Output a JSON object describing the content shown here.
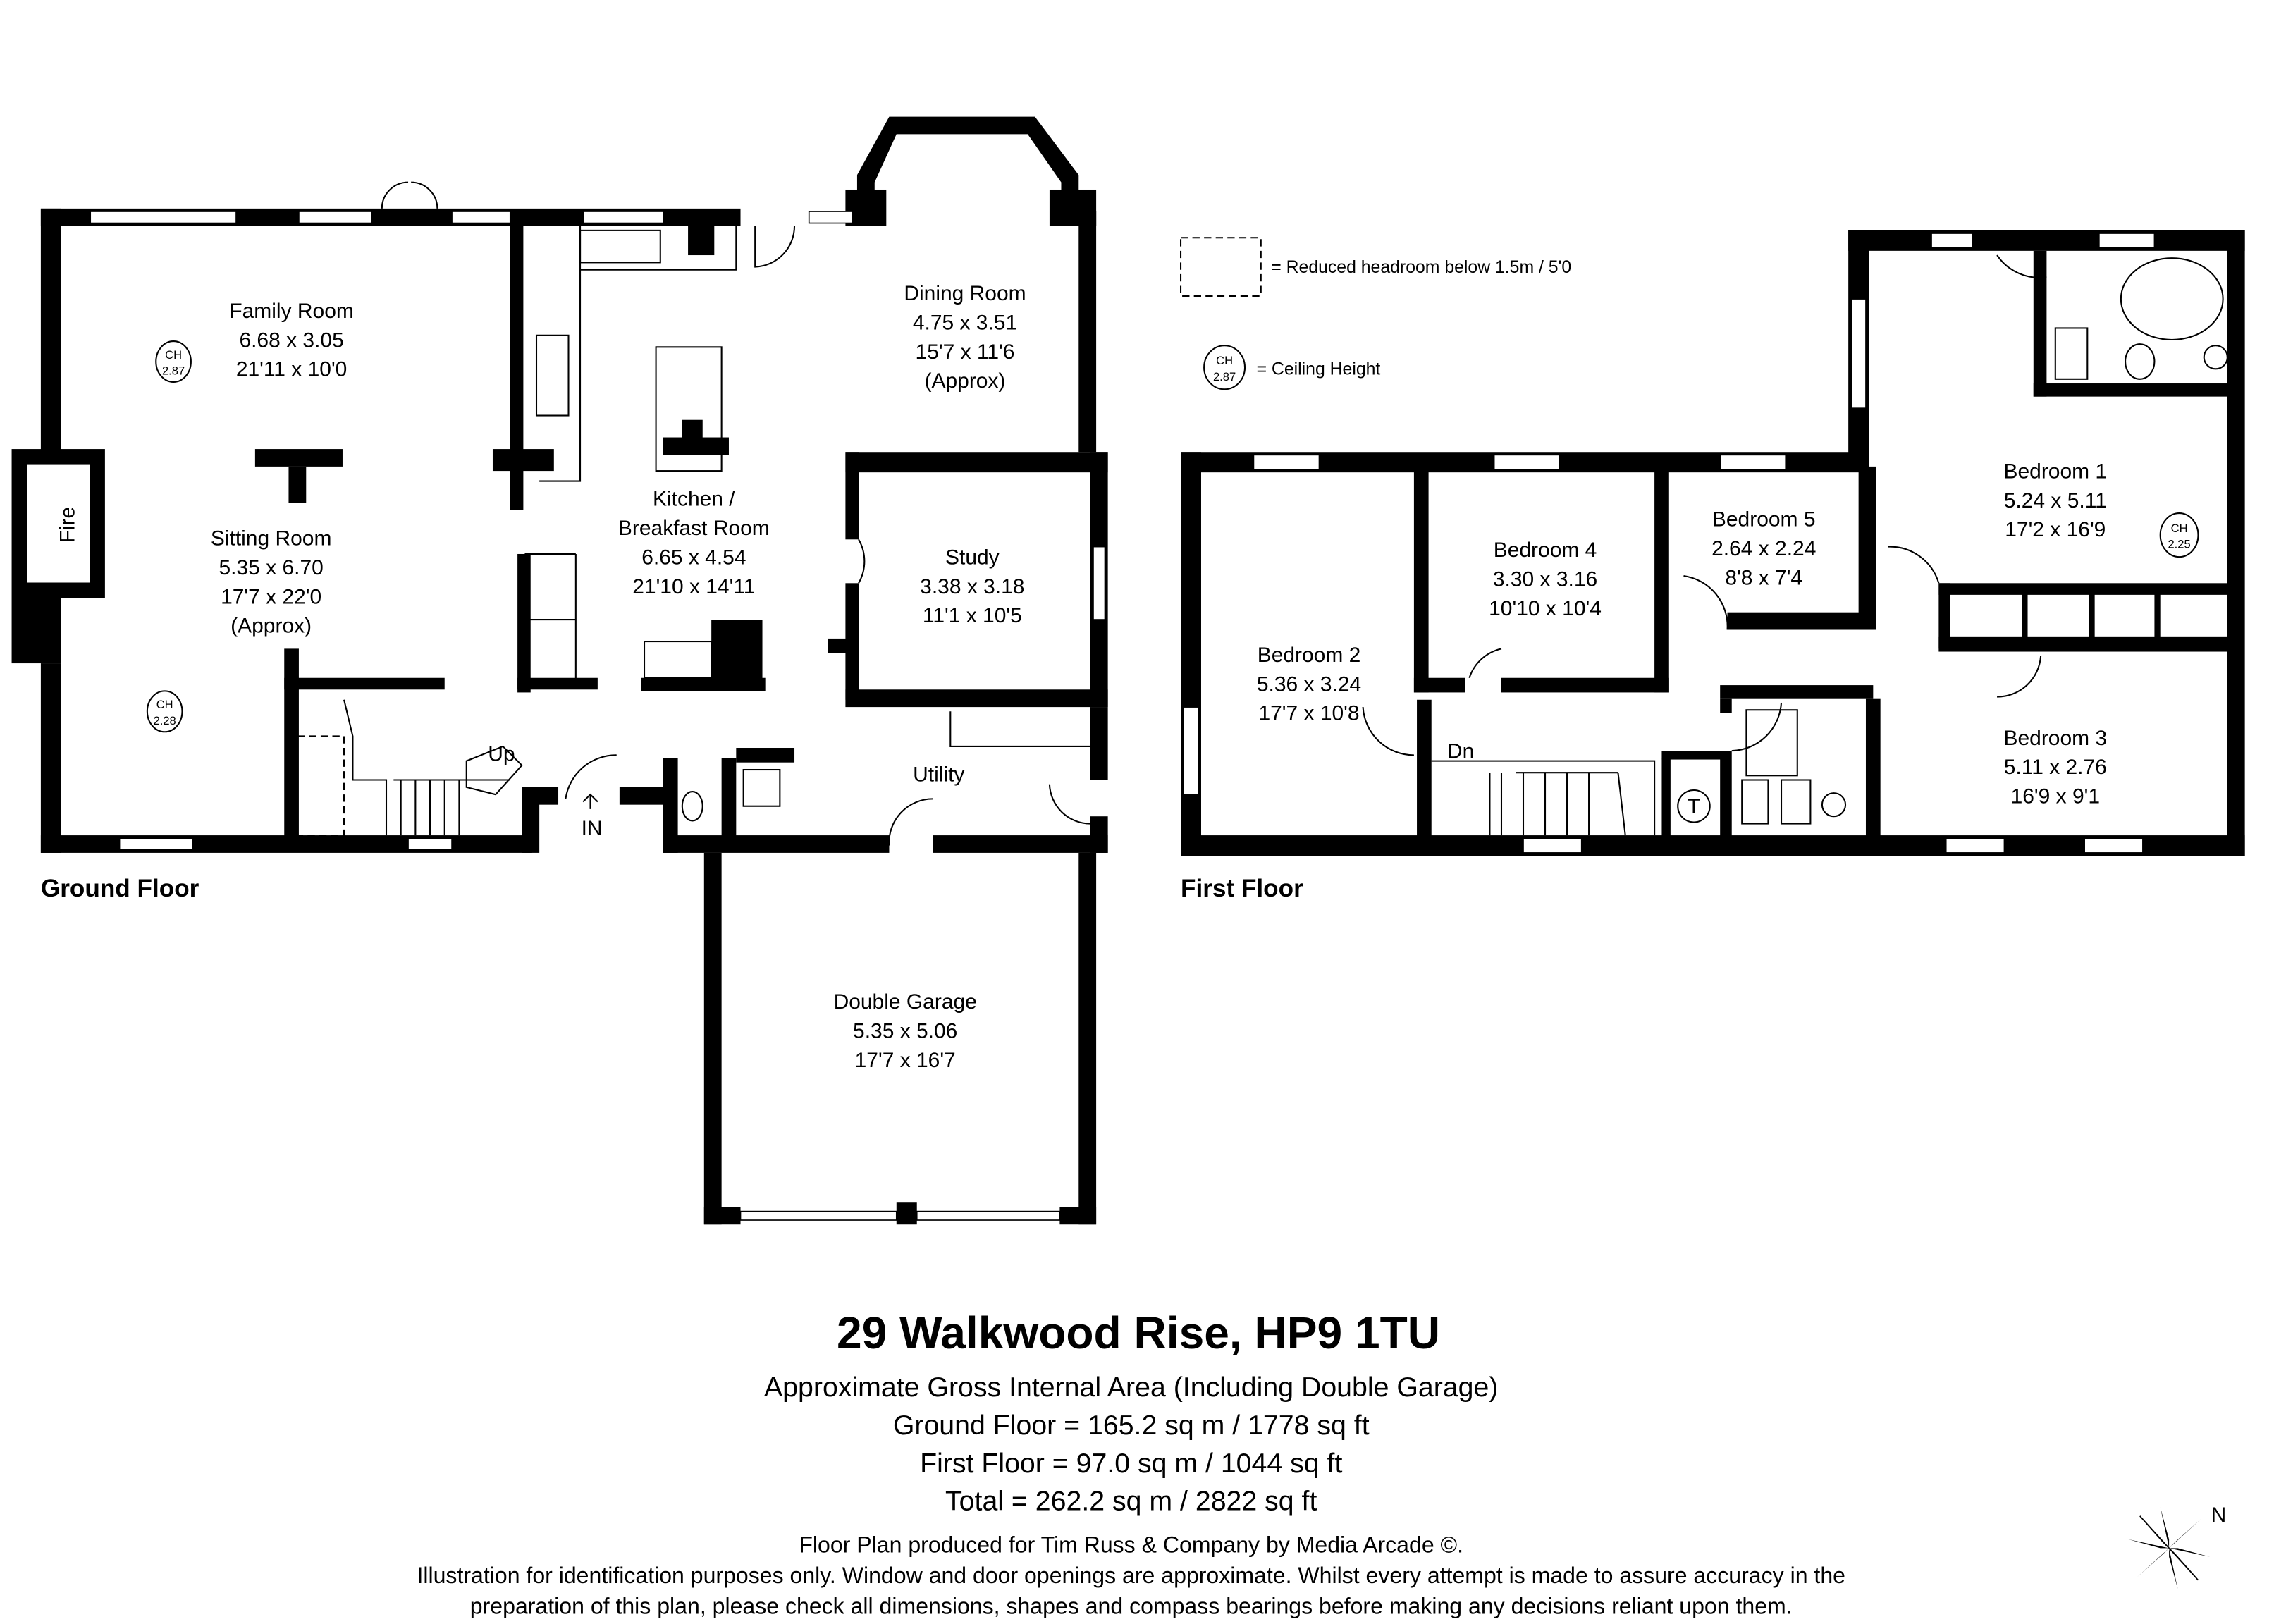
{
  "ground_floor": {
    "label": "Ground Floor",
    "rooms": [
      {
        "name": "Family Room",
        "metric": "6.68 x 3.05",
        "imperial": "21'11 x 10'0"
      },
      {
        "name": "Sitting Room",
        "metric": "5.35 x 6.70",
        "imperial": "17'7 x 22'0",
        "note": "(Approx)"
      },
      {
        "name": "Kitchen /",
        "name2": "Breakfast Room",
        "metric": "6.65 x 4.54",
        "imperial": "21'10 x 14'11"
      },
      {
        "name": "Dining Room",
        "metric": "4.75 x 3.51",
        "imperial": "15'7 x 11'6",
        "note": "(Approx)"
      },
      {
        "name": "Study",
        "metric": "3.38 x 3.18",
        "imperial": "11'1 x 10'5"
      },
      {
        "name": "Utility"
      },
      {
        "name": "Double Garage",
        "metric": "5.35 x 5.06",
        "imperial": "17'7 x 16'7"
      }
    ],
    "fire": "Fire",
    "up": "Up",
    "entrance": "IN",
    "ceiling_heights": [
      {
        "label": "CH",
        "value": "2.87"
      },
      {
        "label": "CH",
        "value": "2.28"
      }
    ]
  },
  "first_floor": {
    "label": "First Floor",
    "rooms": [
      {
        "name": "Bedroom 1",
        "metric": "5.24 x 5.11",
        "imperial": "17'2 x 16'9"
      },
      {
        "name": "Bedroom 2",
        "metric": "5.36 x 3.24",
        "imperial": "17'7 x 10'8"
      },
      {
        "name": "Bedroom 3",
        "metric": "5.11 x 2.76",
        "imperial": "16'9 x 9'1"
      },
      {
        "name": "Bedroom 4",
        "metric": "3.30 x 3.16",
        "imperial": "10'10 x 10'4"
      },
      {
        "name": "Bedroom 5",
        "metric": "2.64 x 2.24",
        "imperial": "8'8 x 7'4"
      }
    ],
    "down": "Dn",
    "tank": "T",
    "ceiling_heights": [
      {
        "label": "CH",
        "value": "2.25"
      }
    ]
  },
  "legend": {
    "reduced_headroom": "= Reduced headroom below 1.5m / 5'0",
    "ceiling_height": "= Ceiling Height",
    "ch_label": "CH",
    "ch_value": "2.87"
  },
  "footer": {
    "title": "29 Walkwood Rise, HP9 1TU",
    "area_heading": "Approximate Gross Internal Area (Including Double Garage)",
    "ground_area": "Ground Floor = 165.2 sq m / 1778 sq ft",
    "first_area": "First Floor = 97.0 sq m / 1044 sq ft",
    "total_area": "Total = 262.2 sq m / 2822 sq ft",
    "credit": "Floor Plan produced for Tim Russ & Company by Media Arcade ©.",
    "disclaimer1": "Illustration for identification purposes only. Window and door openings are approximate. Whilst every attempt is made to assure accuracy in the",
    "disclaimer2": "preparation of this plan, please check all dimensions, shapes and compass bearings before making any decisions reliant upon them."
  },
  "compass": {
    "north": "N"
  }
}
